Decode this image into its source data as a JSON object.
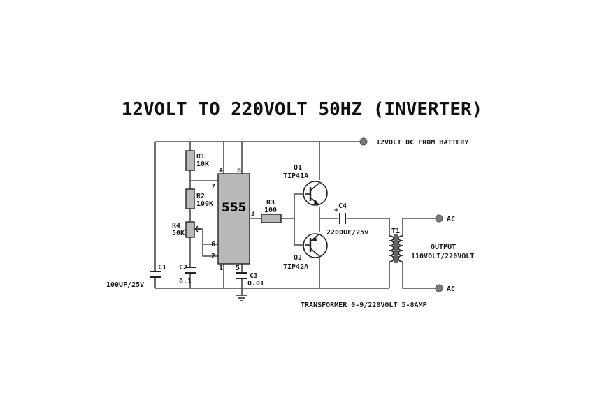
{
  "title": "12VOLT TO 220VOLT 50HZ (INVERTER)",
  "input_label": "12VOLT DC FROM BATTERY",
  "ic": {
    "name": "555",
    "pins": {
      "p1": "1",
      "p2": "2",
      "p3": "3",
      "p4": "4",
      "p5": "5",
      "p6": "6",
      "p7": "7",
      "p8": "8"
    }
  },
  "resistors": {
    "r1": {
      "ref": "R1",
      "value": "10K"
    },
    "r2": {
      "ref": "R2",
      "value": "100K"
    },
    "r3": {
      "ref": "R3",
      "value": "100"
    },
    "r4": {
      "ref": "R4",
      "value": "50K"
    }
  },
  "capacitors": {
    "c1": {
      "ref": "C1",
      "value": "100UF/25V"
    },
    "c2": {
      "ref": "C2",
      "value": "0.1"
    },
    "c3": {
      "ref": "C3",
      "value": "0.01"
    },
    "c4": {
      "ref": "C4",
      "value": "2200UF/25v"
    }
  },
  "transistors": {
    "q1": {
      "ref": "Q1",
      "part": "TIP41A"
    },
    "q2": {
      "ref": "Q2",
      "part": "TIP42A"
    }
  },
  "transformer": {
    "ref": "T1",
    "spec": "TRANSFORMER 0-9/220VOLT 5-8AMP"
  },
  "output": {
    "line1": "OUTPUT",
    "line2": "110VOLT/220VOLT",
    "ac_top": "AC",
    "ac_bottom": "AC"
  },
  "colors": {
    "wire": "#4a4a4a",
    "component_fill": "#b9b9b9",
    "text": "#1a1a1a"
  }
}
